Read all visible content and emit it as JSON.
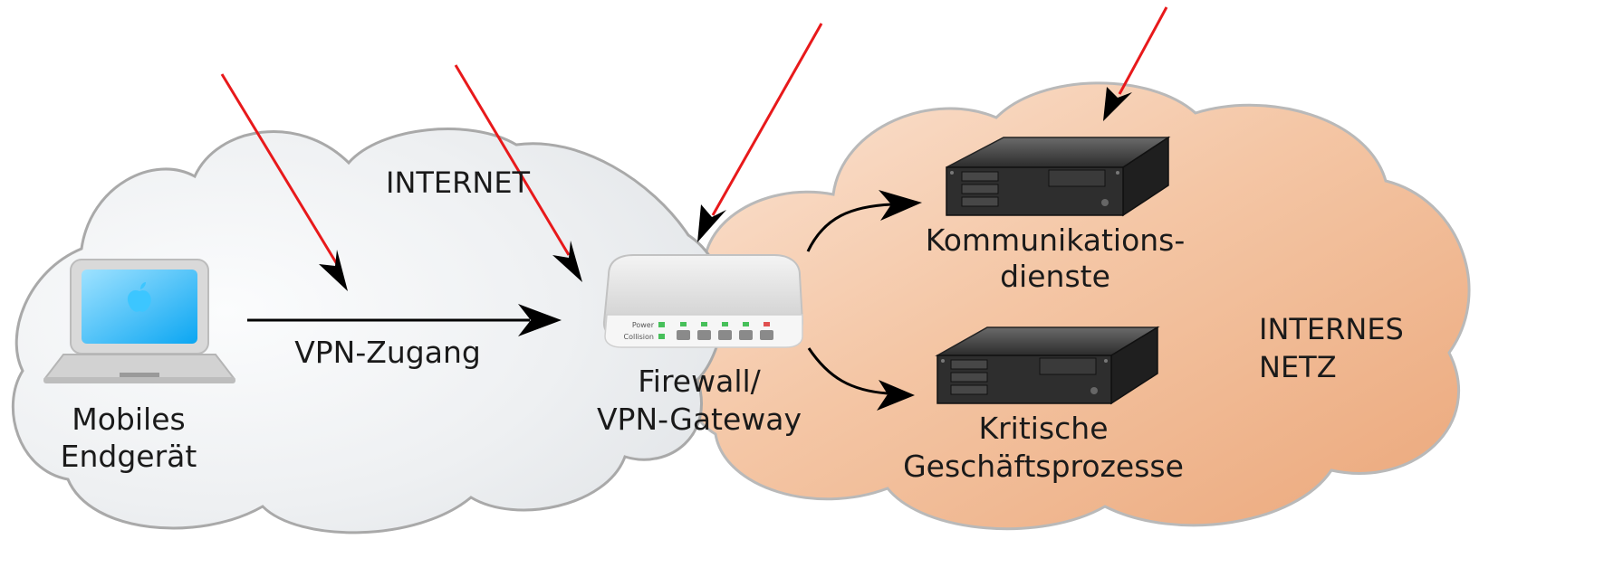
{
  "labels": {
    "internet": "INTERNET",
    "internal_network_line1": "INTERNES",
    "internal_network_line2": "NETZ",
    "mobile_device_line1": "Mobiles",
    "mobile_device_line2": "Endgerät",
    "vpn_access": "VPN-Zugang",
    "firewall_line1": "Firewall/",
    "firewall_line2": "VPN-Gateway",
    "communication_line1": "Kommunikations-",
    "communication_line2": "dienste",
    "critical_line1": "Kritische",
    "critical_line2": "Geschäftsprozesse"
  },
  "router_panel": {
    "power": "Power",
    "collision": "Collision"
  },
  "colors": {
    "internet_cloud": "#e9ecef",
    "internal_cloud": "#f0b88f",
    "cloud_outline": "#a8a8a8",
    "attack_arrow": "#e8191b",
    "flow_arrow": "#000000",
    "screen": "#33aef5"
  }
}
